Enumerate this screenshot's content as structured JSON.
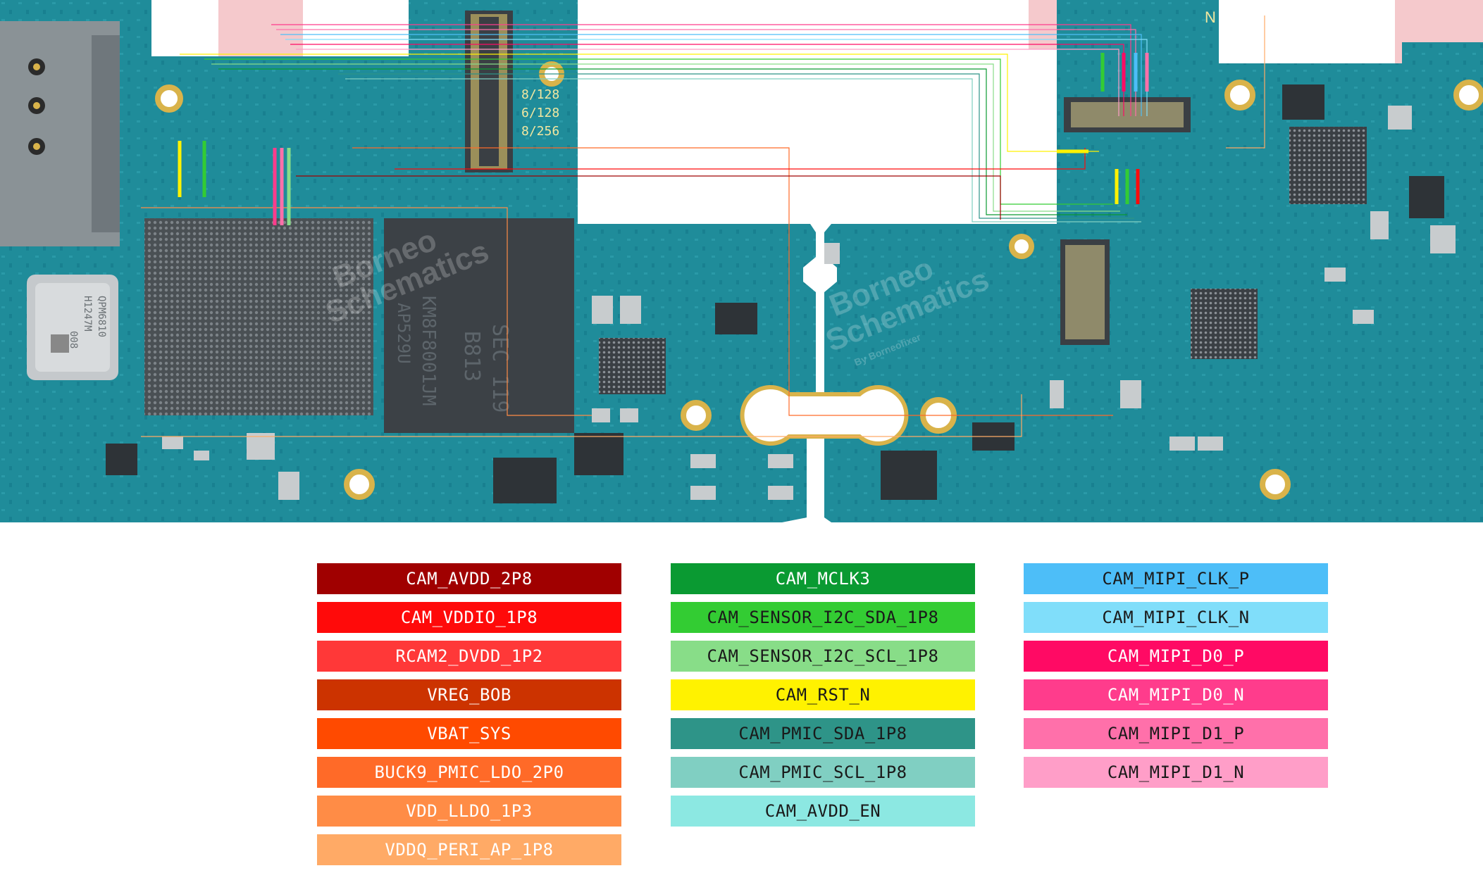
{
  "board": {
    "chip_markings": {
      "memory_options": [
        "8/128",
        "6/128",
        "8/256"
      ],
      "emmc_text": [
        "SEC 119",
        "B813",
        "KM8F8001JM",
        "AP529U"
      ],
      "pmic_text": [
        "QPM6810",
        "H1247M",
        "008"
      ],
      "north_marker": "N"
    },
    "watermark": [
      "Borneo",
      "Schematics",
      "By Borneofixer"
    ]
  },
  "legend": {
    "columns": [
      [
        {
          "label": "CAM_AVDD_2P8",
          "color": "#A00000",
          "text": "light"
        },
        {
          "label": "CAM_VDDIO_1P8",
          "color": "#FF0A0A",
          "text": "light"
        },
        {
          "label": "RCAM2_DVDD_1P2",
          "color": "#FF3838",
          "text": "light"
        },
        {
          "label": "VREG_BOB",
          "color": "#CC3300",
          "text": "light"
        },
        {
          "label": "VBAT_SYS",
          "color": "#FF4A00",
          "text": "light"
        },
        {
          "label": "BUCK9_PMIC_LDO_2P0",
          "color": "#FF6A28",
          "text": "light"
        },
        {
          "label": "VDD_LLDO_1P3",
          "color": "#FF8C46",
          "text": "light"
        },
        {
          "label": "VDDQ_PERI_AP_1P8",
          "color": "#FFAA66",
          "text": "light"
        }
      ],
      [
        {
          "label": "CAM_MCLK3",
          "color": "#0A9A32",
          "text": "light"
        },
        {
          "label": "CAM_SENSOR_I2C_SDA_1P8",
          "color": "#33CC33",
          "text": "dark"
        },
        {
          "label": "CAM_SENSOR_I2C_SCL_1P8",
          "color": "#88DD88",
          "text": "dark"
        },
        {
          "label": "CAM_RST_N",
          "color": "#FFF200",
          "text": "dark"
        },
        {
          "label": "CAM_PMIC_SDA_1P8",
          "color": "#2E9488",
          "text": "dark"
        },
        {
          "label": "CAM_PMIC_SCL_1P8",
          "color": "#80CFC2",
          "text": "dark"
        },
        {
          "label": "CAM_AVDD_EN",
          "color": "#8CE8E2",
          "text": "dark"
        }
      ],
      [
        {
          "label": "CAM_MIPI_CLK_P",
          "color": "#4DBEF8",
          "text": "dark"
        },
        {
          "label": "CAM_MIPI_CLK_N",
          "color": "#80DEFA",
          "text": "dark"
        },
        {
          "label": "CAM_MIPI_D0_P",
          "color": "#FF0A64",
          "text": "light"
        },
        {
          "label": "CAM_MIPI_D0_N",
          "color": "#FF3C8C",
          "text": "light"
        },
        {
          "label": "CAM_MIPI_D1_P",
          "color": "#FF70AA",
          "text": "dark"
        },
        {
          "label": "CAM_MIPI_D1_N",
          "color": "#FF9EC8",
          "text": "dark"
        }
      ]
    ]
  }
}
